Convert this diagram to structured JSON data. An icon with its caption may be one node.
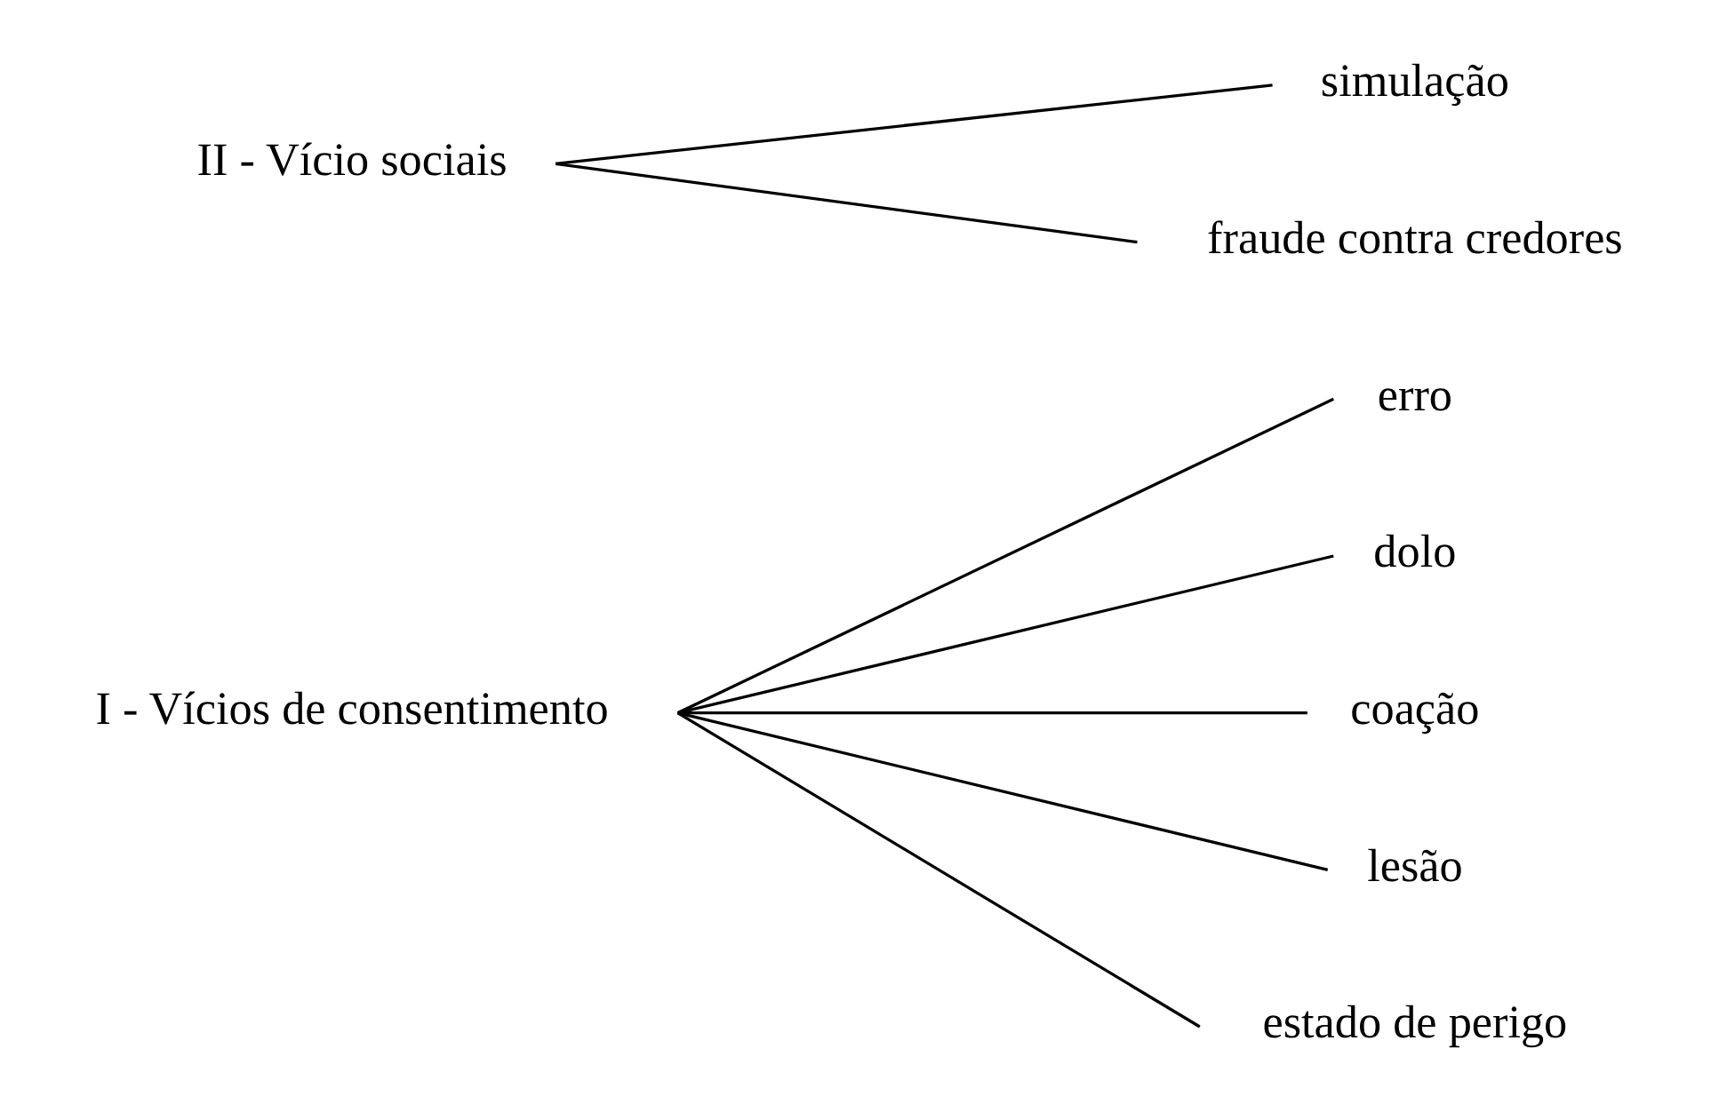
{
  "diagram": {
    "nodes": [
      {
        "text": [
          "I - Vícios de consentimento"
        ]
      },
      {
        "text": [
          "erro"
        ]
      },
      {
        "text": [
          "dolo"
        ]
      },
      {
        "text": [
          "coação"
        ]
      },
      {
        "text": [
          "lesão"
        ]
      },
      {
        "text": [
          "estado de perigo"
        ]
      },
      {
        "text": [
          "II - Vício sociais"
        ]
      },
      {
        "text": [
          "simulação"
        ]
      },
      {
        "text": [
          "fraude contra credores"
        ]
      }
    ],
    "edges": [
      {
        "from": 0,
        "to": 1,
        "arrow": "none"
      },
      {
        "from": 0,
        "to": 2,
        "arrow": "none"
      },
      {
        "from": 0,
        "to": 3,
        "arrow": "none"
      },
      {
        "from": 0,
        "to": 4,
        "arrow": "none"
      },
      {
        "from": 0,
        "to": 5,
        "arrow": "none"
      },
      {
        "from": 6,
        "to": 7,
        "arrow": "none"
      },
      {
        "from": 6,
        "to": 8,
        "arrow": "none"
      }
    ]
  }
}
